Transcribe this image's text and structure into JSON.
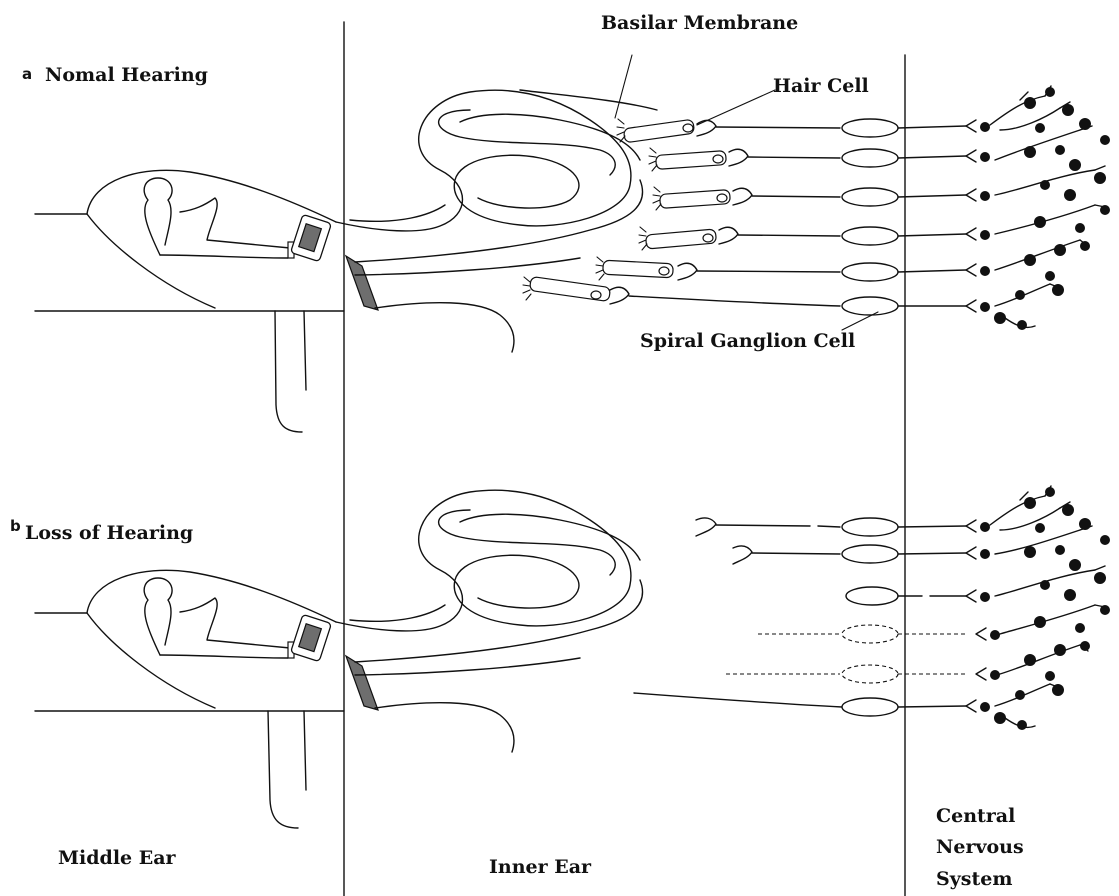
{
  "panels": {
    "a": {
      "letter": "a",
      "title": "Nomal Hearing"
    },
    "b": {
      "letter": "b",
      "title": "Loss of Hearing"
    }
  },
  "labels": {
    "basilar_membrane": "Basilar Membrane",
    "hair_cell": "Hair Cell",
    "spiral_ganglion_cell": "Spiral Ganglion Cell"
  },
  "regions": {
    "middle_ear": "Middle Ear",
    "inner_ear": "Inner Ear",
    "cns_line1": "Central",
    "cns_line2": "Nervous",
    "cns_line3": "System"
  },
  "colors": {
    "line": "#111111",
    "shade": "#6e6e6e",
    "background": "#ffffff"
  }
}
